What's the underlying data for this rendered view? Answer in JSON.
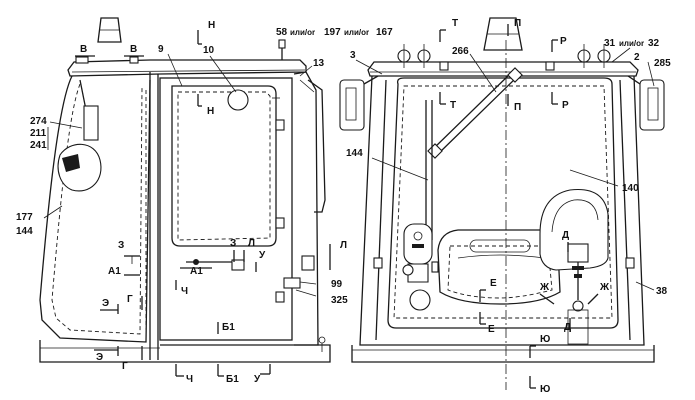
{
  "callouts": {
    "c58": "58",
    "ili_or_1": "или/or",
    "c197": "197",
    "ili_or_2": "или/or",
    "c167": "167",
    "c9": "9",
    "c10": "10",
    "c13": "13",
    "c274": "274",
    "c211": "211",
    "c241": "241",
    "c177": "177",
    "c144_left": "144",
    "c99": "99",
    "c325": "325",
    "c3_right": "3",
    "c266": "266",
    "c31": "31",
    "ili_or_3": "или/or",
    "c32": "32",
    "c2": "2",
    "c285": "285",
    "c144_right": "144",
    "c140": "140",
    "c38": "38"
  },
  "section_marks": {
    "V1": "В",
    "V2": "В",
    "N_top": "Н",
    "N_mid": "Н",
    "Z_left": "З",
    "A1_left": "А1",
    "E_left": "Э",
    "G_left": "Г",
    "E_bottom": "Э",
    "G_bottom": "Г",
    "Ch_mid": "Ч",
    "B1_mid": "Б1",
    "Z_mid": "З",
    "L_mid": "Л",
    "A1_mid": "А1",
    "U_mid": "У",
    "L_right": "Л",
    "Ch_bottom": "Ч",
    "B1_bottom": "Б1",
    "U_bottom": "У",
    "T_top": "Т",
    "P_top": "П",
    "R_top": "Р",
    "T_mid": "Т",
    "P_mid": "П",
    "R_mid": "Р",
    "D_mark": "Д",
    "D_mark2": "Д",
    "E_mid": "Е",
    "Zh_left": "Ж",
    "Zh_right": "Ж",
    "E_low": "Е",
    "Yu_mid": "Ю",
    "Yu_bottom": "Ю"
  }
}
